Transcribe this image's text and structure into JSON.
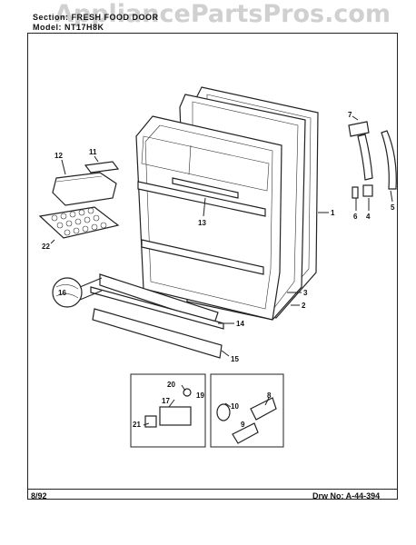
{
  "header": {
    "section_line": "Section: FRESH FOOD DOOR",
    "model_line": "Model: NT17H8K"
  },
  "watermark": "AppliancePartsPros.com",
  "footer": {
    "date": "8/92",
    "drawing_number": "Drw No:  A-44-394"
  },
  "callouts": {
    "c1": "1",
    "c2": "2",
    "c3": "3",
    "c4": "4",
    "c5": "5",
    "c6": "6",
    "c7": "7",
    "c8": "8",
    "c9": "9",
    "c10": "10",
    "c11": "11",
    "c12": "12",
    "c13": "13",
    "c14": "14",
    "c15": "15",
    "c16": "16",
    "c17": "17",
    "c19": "19",
    "c20": "20",
    "c21": "21",
    "c22": "22"
  }
}
